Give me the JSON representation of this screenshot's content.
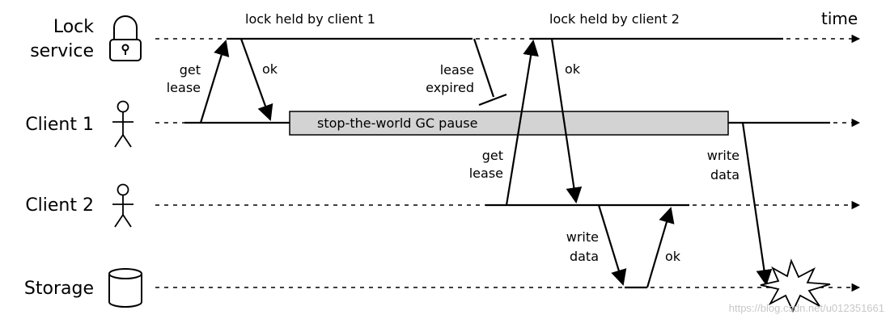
{
  "actors": {
    "lock_service_line1": "Lock",
    "lock_service_line2": "service",
    "client1": "Client 1",
    "client2": "Client 2",
    "storage": "Storage"
  },
  "header": {
    "lock_held_1": "lock held by client 1",
    "lock_held_2": "lock held by client 2",
    "time": "time"
  },
  "messages": {
    "get_lease_1_line1": "get",
    "get_lease_1_line2": "lease",
    "ok_1": "ok",
    "lease_expired_line1": "lease",
    "lease_expired_line2": "expired",
    "gc_pause": "stop-the-world GC pause",
    "get_lease_2_line1": "get",
    "get_lease_2_line2": "lease",
    "ok_2": "ok",
    "write_data_1_line1": "write",
    "write_data_1_line2": "data",
    "write_data_2_line1": "write",
    "write_data_2_line2": "data",
    "ok_3": "ok"
  },
  "icons": {
    "lock_service": "padlock-icon",
    "client1": "stick-figure-icon",
    "client2": "stick-figure-icon",
    "storage": "database-cylinder-icon",
    "conflict": "explosion-icon"
  },
  "colors": {
    "gc_box_fill": "#d3d3d3",
    "line": "#000000"
  },
  "watermark": "https://blog.csdn.net/u012351661"
}
